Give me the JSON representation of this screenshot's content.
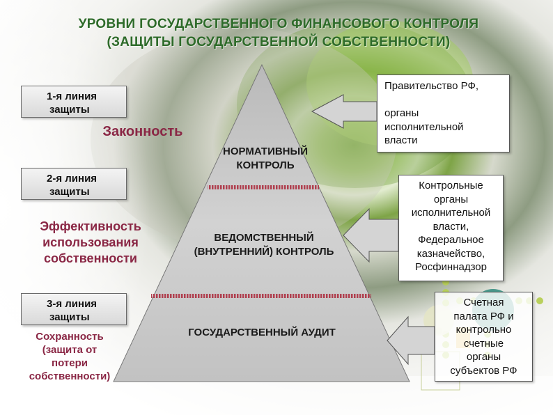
{
  "title": {
    "line1": "УРОВНИ ГОСУДАРСТВЕННОГО ФИНАНСОВОГО КОНТРОЛЯ",
    "line2": "(ЗАЩИТЫ ГОСУДАРСТВЕННОЙ СОБСТВЕННОСТИ)"
  },
  "colors": {
    "title": "#2e6b2a",
    "principle": "#8a2745",
    "divider": "#b0404f",
    "pyramid": "#cfcfcf"
  },
  "defense_lines": [
    {
      "line1": "1-я линия",
      "line2": "защиты"
    },
    {
      "line1": "2-я линия",
      "line2": "защиты"
    },
    {
      "line1": "3-я линия",
      "line2": "защиты"
    }
  ],
  "principles": {
    "legality": "Законность",
    "efficiency": [
      "Эффективность",
      "использования",
      "собственности"
    ],
    "preservation": [
      "Сохранность",
      "(защита от",
      "потери",
      "собственности)"
    ]
  },
  "pyramid": {
    "top": [
      "НОРМАТИВНЫЙ",
      "КОНТРОЛЬ"
    ],
    "middle": [
      "ВЕДОМСТВЕННЫЙ",
      "(ВНУТРЕННИЙ) КОНТРОЛЬ"
    ],
    "bottom": "ГОСУДАРСТВЕННЫЙ АУДИТ"
  },
  "bodies": {
    "government": [
      "Правительство РФ,",
      "",
      "органы",
      "исполнительной",
      "власти"
    ],
    "executive_control": [
      "Контрольные",
      "органы",
      "исполнительной",
      "власти,",
      "Федеральное",
      "казначейство,",
      "Росфиннадзор"
    ],
    "audit": [
      "Счетная",
      "палата РФ и",
      "контрольно",
      "счетные",
      "органы",
      "субъектов РФ"
    ]
  }
}
